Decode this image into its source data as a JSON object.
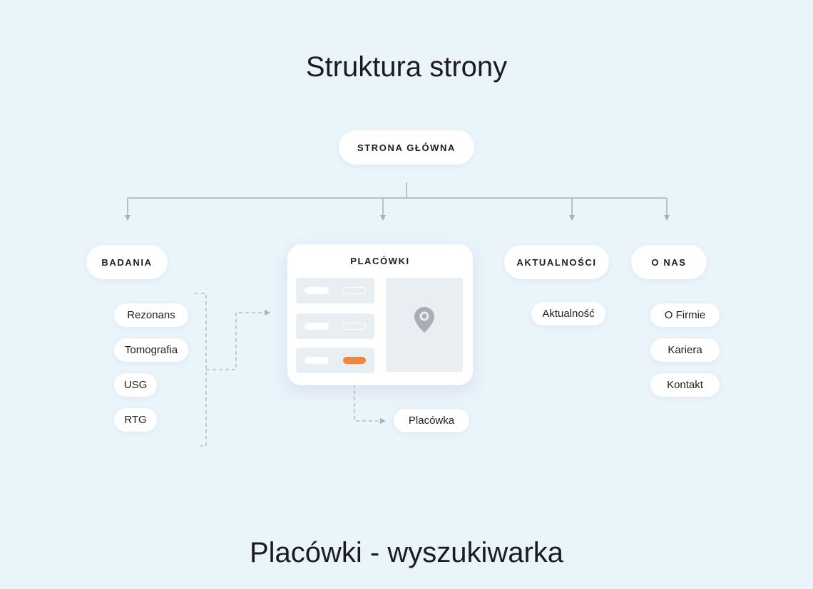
{
  "page": {
    "title": "Struktura strony",
    "subtitle": "Placówki - wyszukiwarka"
  },
  "root": {
    "label": "STRONA GŁÓWNA"
  },
  "sections": {
    "badania": {
      "label": "BADANIA",
      "items": [
        "Rezonans",
        "Tomografia",
        "USG",
        "RTG"
      ]
    },
    "placowki": {
      "label": "PLACÓWKI",
      "detail": "Placówka"
    },
    "aktualnosci": {
      "label": "AKTUALNOŚCI",
      "items": [
        "Aktualność"
      ]
    },
    "o_nas": {
      "label": "O NAS",
      "items": [
        "O Firmie",
        "Kariera",
        "Kontakt"
      ]
    }
  },
  "colors": {
    "background": "#eaf4fb",
    "connector": "#a9b1b8",
    "accent": "#f2843c",
    "card_row": "#e9eef2"
  },
  "icons": [
    "map-pin-icon"
  ]
}
